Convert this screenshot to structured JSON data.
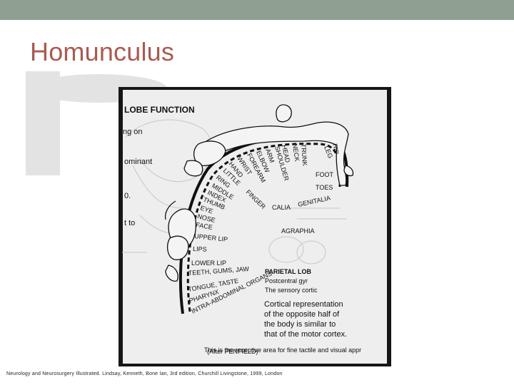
{
  "slide": {
    "title": "Homunculus",
    "caption": "Neurology and Neurosurgery Illustrated. Lindsay, Kenneth, Bone Ian, 3rd edition, Churchill Livingstone, 1999, London"
  },
  "figure": {
    "heading": "LOBE FUNCTION",
    "left_fragments": [
      "ng on",
      "ominant",
      "0.",
      "t to"
    ],
    "body_part_labels": [
      "HIP",
      "LEG",
      "TRUNK",
      "NECK",
      "HEAD",
      "SHOULDER",
      "ARM",
      "ELBOW",
      "FOREARM",
      "WRIST",
      "HAND",
      "LITTLE",
      "FINGER",
      "RING",
      "MIDDLE",
      "INDEX",
      "THUMB",
      "EYE",
      "NOSE",
      "FACE",
      "UPPER LIP",
      "LIPS",
      "LOWER LIP",
      "TEETH, GUMS, JAW",
      "TONGUE, TASTE",
      "PHARYNX",
      "INTRA-ABDOMINAL ORGANS",
      "FOOT",
      "TOES",
      "GENITALIA"
    ],
    "bg_fragments": [
      "PARIETAL LOB",
      "Postcentral gyr",
      "The sensory cortic",
      "This is the receptive area for fine tactile and visual appr",
      "CALIA",
      "AGRAPHIA"
    ],
    "note": [
      "Cortical representation",
      "of the opposite half of",
      "the body is similar to",
      "that of the motor cortex."
    ],
    "credit": "(After PENFIELD)"
  },
  "colors": {
    "top_bar": "#8f9f92",
    "title": "#a95b50",
    "decor": "#e3e3e3",
    "frame": "#161616",
    "paper": "#eeeeee"
  }
}
